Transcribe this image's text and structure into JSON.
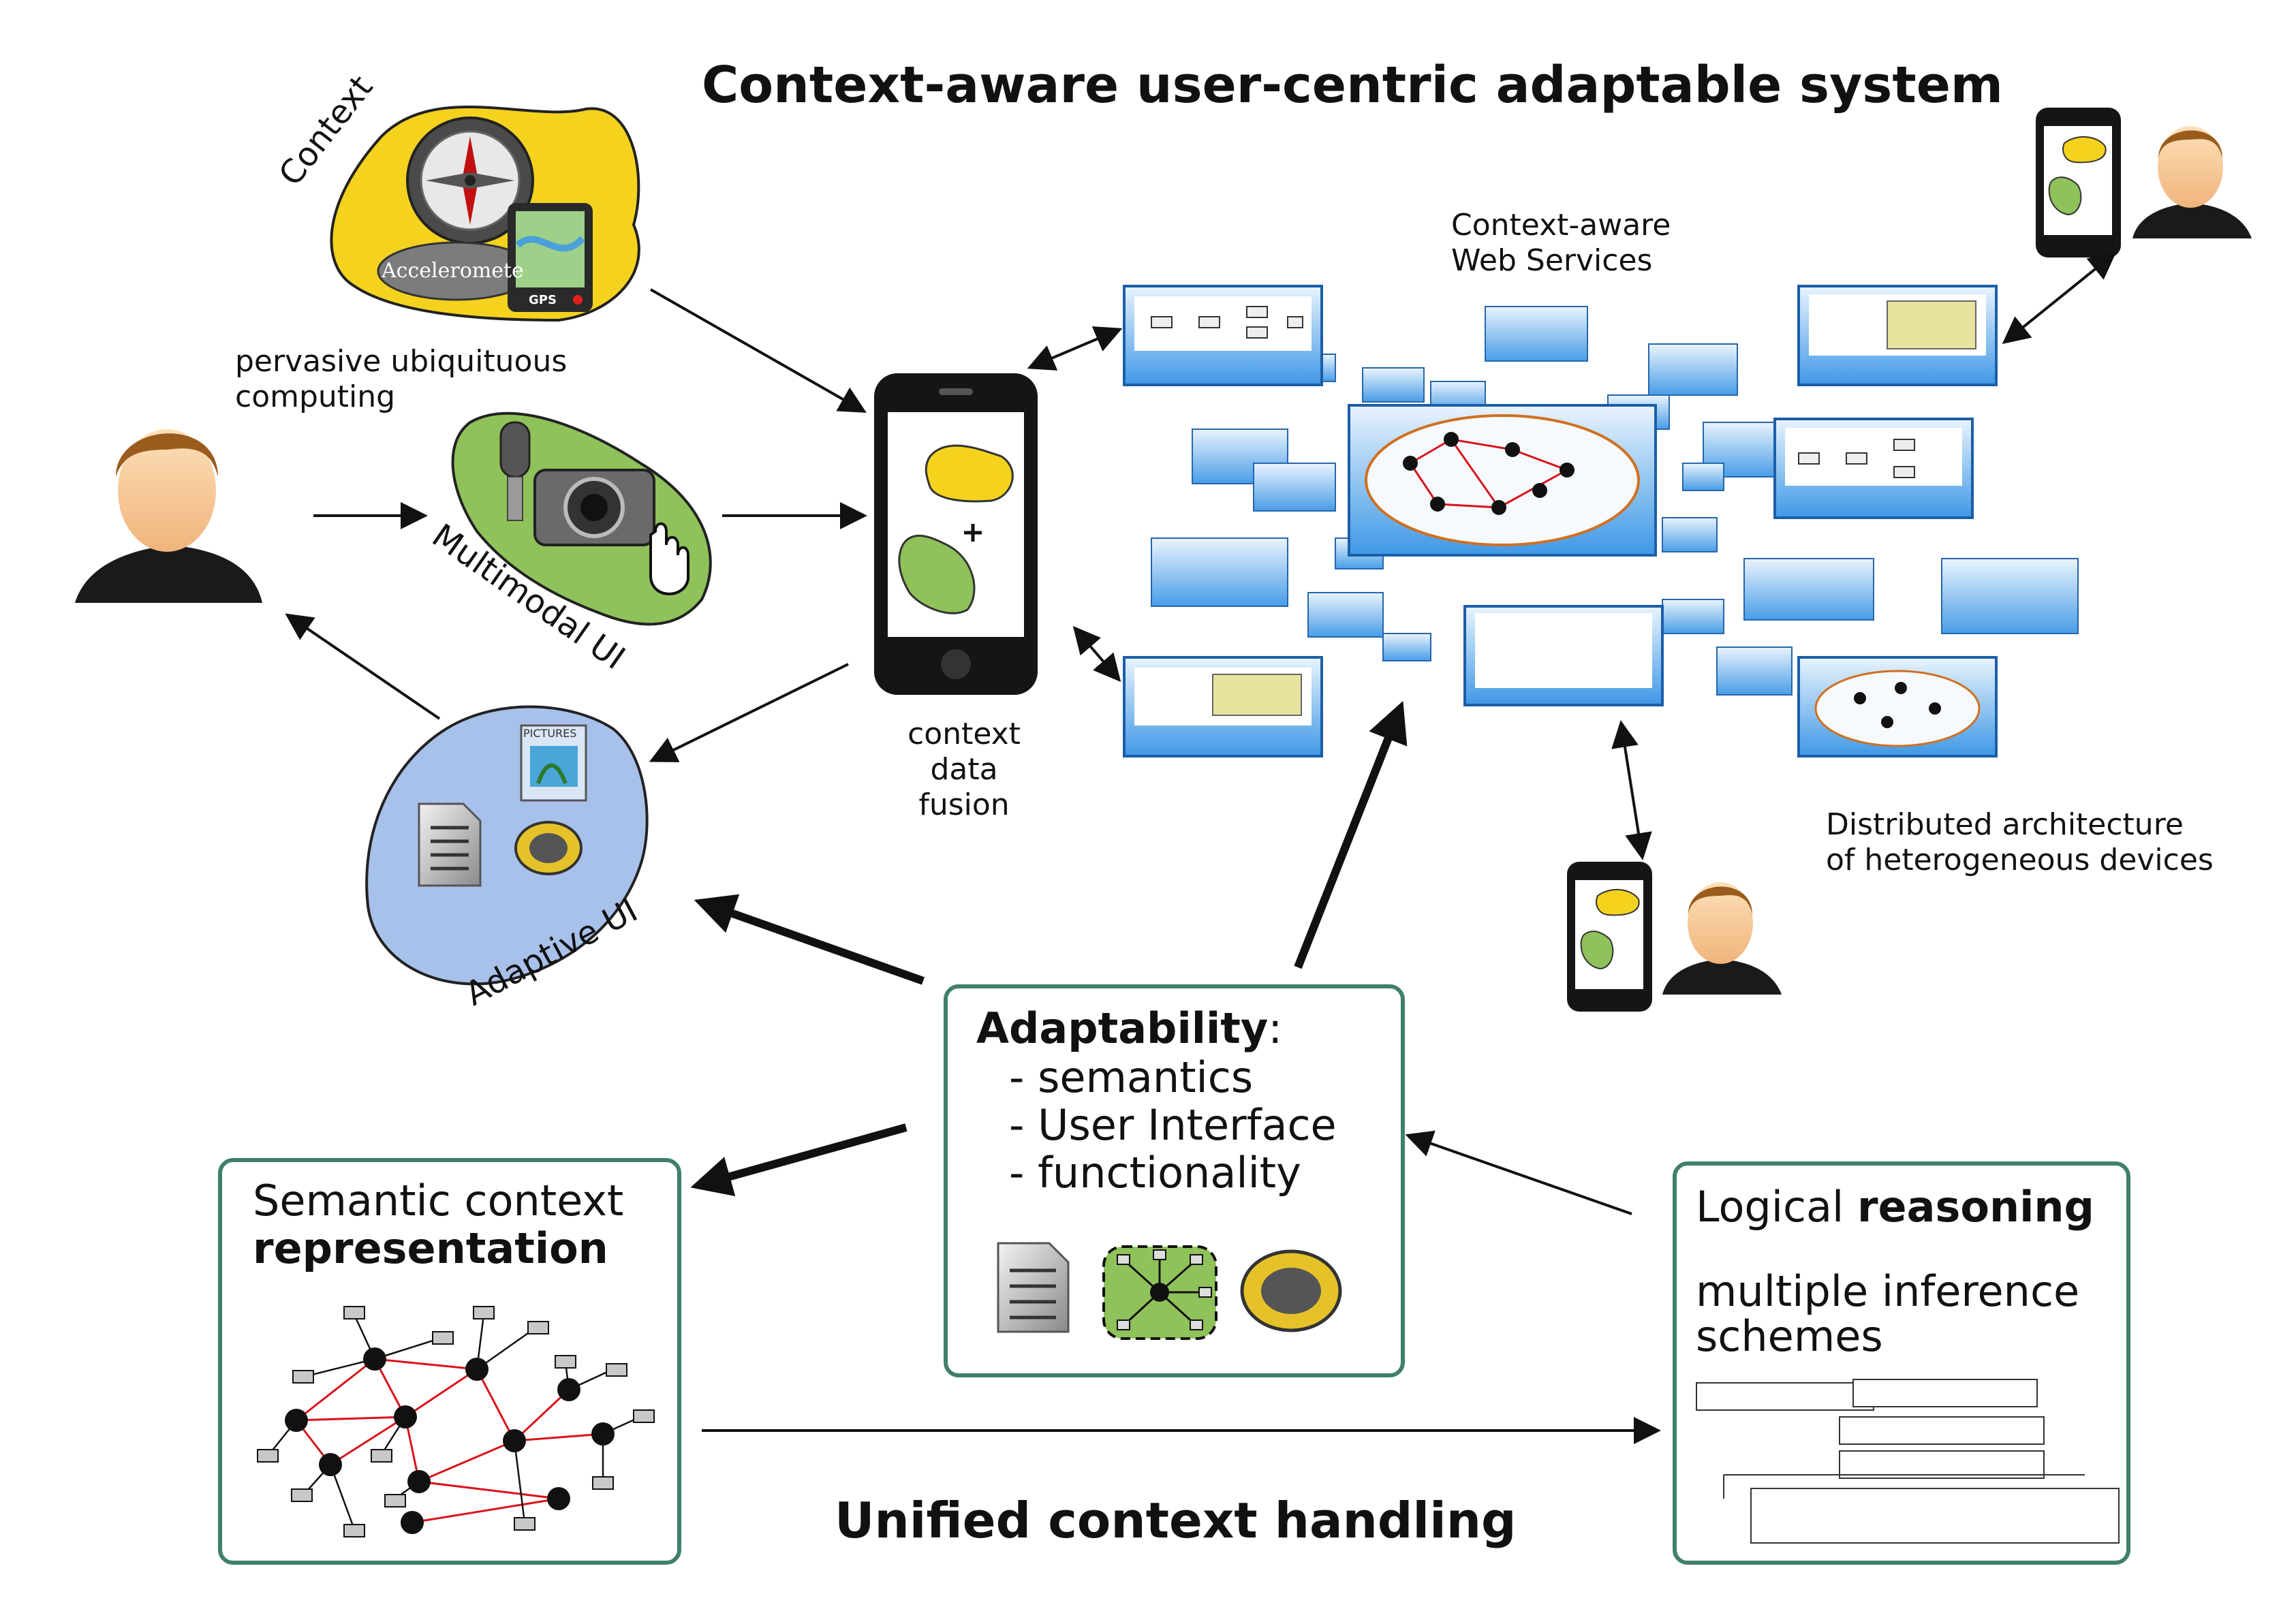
{
  "title": "Context-aware user-centric adaptable system",
  "context_blob": {
    "label": "Context",
    "accel_label": "Acceleromete",
    "gps_label": "GPS"
  },
  "pervasive": {
    "line1": "pervasive ubiquituous",
    "line2": "computing"
  },
  "multimodal_label": "Multimodal UI",
  "adaptive_label": "Adaptive UI",
  "pictures_label": "PICTURES",
  "fusion": {
    "line1": "context",
    "line2": "data",
    "line3": "fusion"
  },
  "web_services": {
    "line1": "Context-aware",
    "line2": "Web Services"
  },
  "distributed": {
    "line1": "Distributed architecture",
    "line2": "of heterogeneous devices"
  },
  "adaptability": {
    "heading": "Adaptability",
    "colon": ":",
    "items": [
      "- semantics",
      "- User Interface",
      "- functionality"
    ]
  },
  "semantic": {
    "line1": "Semantic context",
    "line2": "representation"
  },
  "logical": {
    "prefix": "Logical ",
    "bold": "reasoning",
    "line2": "multiple inference",
    "line3": "schemes"
  },
  "unified": "Unified context handling",
  "colors": {
    "box_border": "#3f7f6c",
    "context_yellow": "#f4d21e",
    "multimodal_green": "#8fc25a",
    "adaptive_blue": "#a8c1ea",
    "screen_blue": "#4da3e8",
    "graph_red": "#d8141b"
  }
}
